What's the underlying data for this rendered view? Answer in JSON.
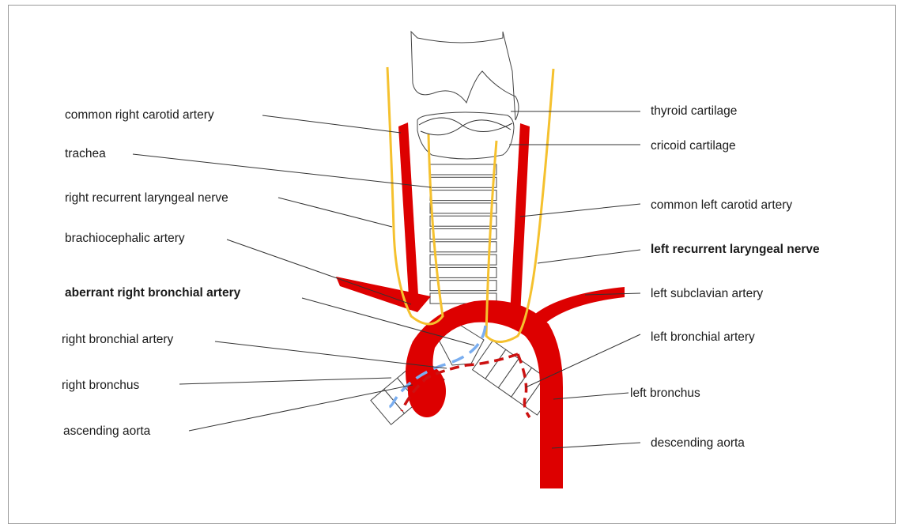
{
  "labels": {
    "common_right_carotid_artery": "common right carotid artery",
    "trachea": "trachea",
    "right_recurrent_laryngeal_nerve": "right recurrent laryngeal nerve",
    "brachiocephalic_artery": "brachiocephalic artery",
    "aberrant_right_bronchial_artery": "aberrant right bronchial artery",
    "right_bronchial_artery": "right bronchial artery",
    "right_bronchus": "right bronchus",
    "ascending_aorta": "ascending aorta",
    "thyroid_cartilage": "thyroid cartilage",
    "cricoid_cartilage": "cricoid cartilage",
    "common_left_carotid_artery": "common left carotid artery",
    "left_recurrent_laryngeal_nerve": "left recurrent laryngeal nerve",
    "left_subclavian_artery": "left subclavian artery",
    "left_bronchial_artery": "left bronchial artery",
    "left_bronchus": "left bronchus",
    "descending_aorta": "descending aorta"
  },
  "colors": {
    "artery": "#dd0000",
    "nerve": "#f5c12e",
    "aberrant_artery": "#7aaef0",
    "bronchial_artery": "#cc1111",
    "outline": "#444444"
  }
}
